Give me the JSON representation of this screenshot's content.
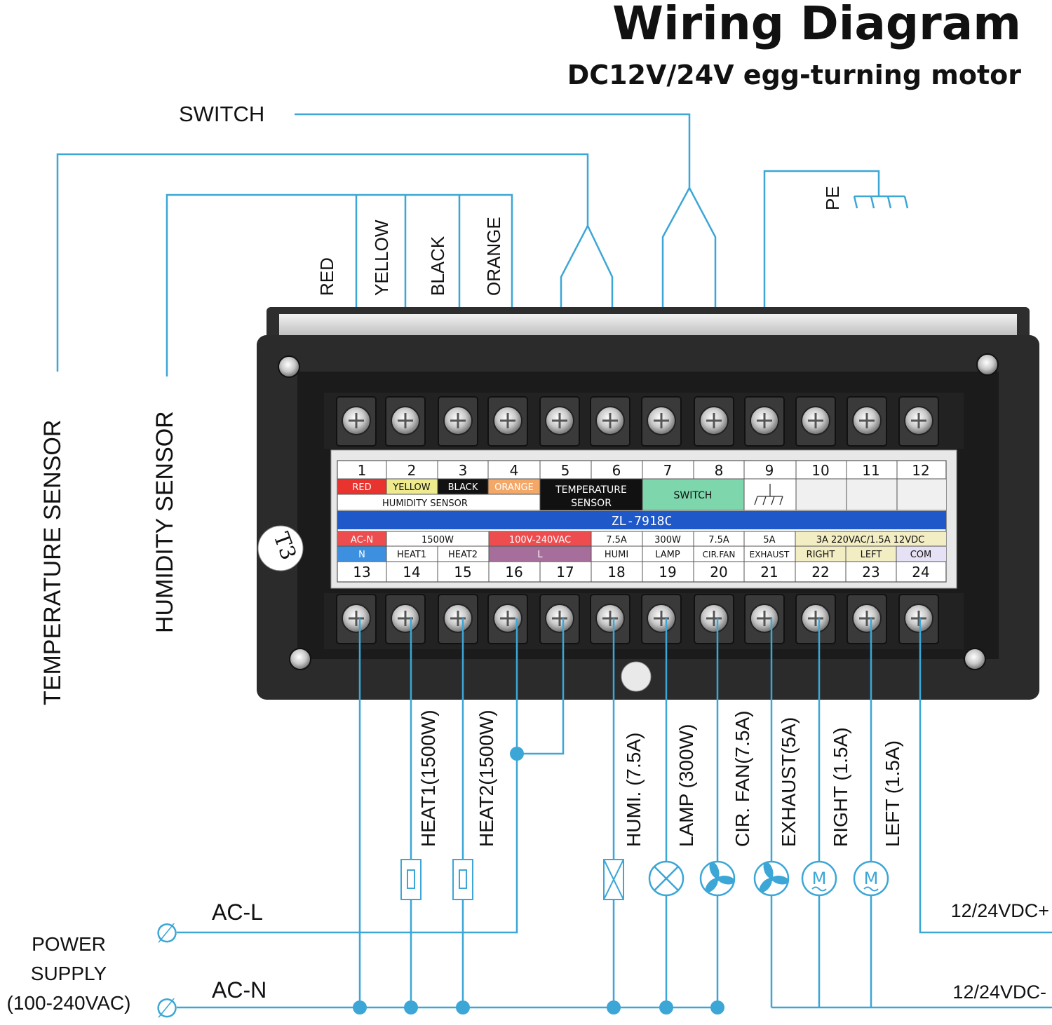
{
  "title": "Wiring Diagram",
  "subtitle": "DC12V/24V egg-turning motor",
  "model": "ZL-7918C",
  "badge": "T3",
  "switch_label": "SWITCH",
  "pe_label": "PE",
  "temperature_sensor_label": "TEMPERATURE SENSOR",
  "humidity_sensor_label": "HUMIDITY SENSOR",
  "wire_colors": [
    {
      "label": "RED",
      "color": "#e9332f"
    },
    {
      "label": "YELLOW",
      "color": "#eeea8e"
    },
    {
      "label": "BLACK",
      "color": "#111111"
    },
    {
      "label": "ORANGE",
      "color": "#f4a868"
    }
  ],
  "terminal_table": {
    "top_numbers": [
      "1",
      "2",
      "3",
      "4",
      "5",
      "6",
      "7",
      "8",
      "9",
      "10",
      "11",
      "12"
    ],
    "top_labels": {
      "red": "RED",
      "yellow": "YELLOW",
      "black": "BLACK",
      "orange": "ORANGE",
      "humidity_sensor": "HUMIDITY SENSOR",
      "temperature_sensor_line1": "TEMPERATURE",
      "temperature_sensor_line2": "SENSOR",
      "switch": "SWITCH"
    },
    "bottom_ratings": {
      "ac_n": "AC-N",
      "heat_watt": "1500W",
      "voltage": "100V-240VAC",
      "humi": "7.5A",
      "lamp": "300W",
      "cir_fan": "7.5A",
      "exhaust": "5A",
      "motor": "3A 220VAC/1.5A 12VDC"
    },
    "bottom_names": {
      "n": "N",
      "heat1": "HEAT1",
      "heat2": "HEAT2",
      "l": "L",
      "humi": "HUMI",
      "lamp": "LAMP",
      "cir_fan": "CIR.FAN",
      "exhaust": "EXHAUST",
      "right": "RIGHT",
      "left": "LEFT",
      "com": "COM"
    },
    "bottom_numbers": [
      "13",
      "14",
      "15",
      "16",
      "17",
      "18",
      "19",
      "20",
      "21",
      "22",
      "23",
      "24"
    ]
  },
  "loads": [
    {
      "label": "HEAT1(1500W)",
      "icon": "heater-icon"
    },
    {
      "label": "HEAT2(1500W)",
      "icon": "heater-icon"
    },
    {
      "label": "HUMI. (7.5A)",
      "icon": "humidifier-icon"
    },
    {
      "label": "LAMP (300W)",
      "icon": "lamp-icon"
    },
    {
      "label": "CIR. FAN(7.5A)",
      "icon": "fan-icon"
    },
    {
      "label": "EXHAUST(5A)",
      "icon": "fan-icon"
    },
    {
      "label": "RIGHT (1.5A)",
      "icon": "motor-icon"
    },
    {
      "label": "LEFT (1.5A)",
      "icon": "motor-icon"
    }
  ],
  "motor_symbol": "M",
  "power_supply": {
    "line1": "POWER",
    "line2": "SUPPLY",
    "line3": "(100-240VAC)",
    "ac_l": "AC-L",
    "ac_n": "AC-N",
    "terminal_symbol": "∅"
  },
  "dc_plus": "12/24VDC+",
  "dc_minus": "12/24VDC-",
  "colors": {
    "wire": "#3ca6d6",
    "model_bar": "#1f58c9",
    "switch_cell": "#7ed6ad",
    "voltage_cell": "#ee4d50",
    "l_cell": "#a66e9a",
    "n_cell": "#3d8fe0",
    "motor_cell": "#f3edc4",
    "com_cell": "#e7e1f5",
    "panel": "#2b2b2b"
  }
}
